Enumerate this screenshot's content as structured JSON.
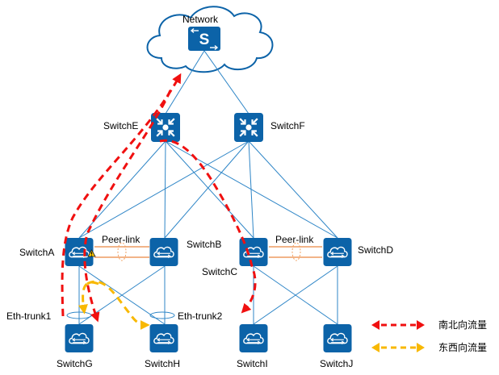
{
  "diagram": {
    "network": {
      "label": "Network",
      "icon": "s-switch-icon"
    },
    "core": [
      {
        "id": "E",
        "label": "SwitchE"
      },
      {
        "id": "F",
        "label": "SwitchF"
      }
    ],
    "aggregation": [
      {
        "id": "A",
        "label": "SwitchA",
        "warning": true
      },
      {
        "id": "B",
        "label": "SwitchB"
      },
      {
        "id": "C",
        "label": "SwitchC"
      },
      {
        "id": "D",
        "label": "SwitchD"
      }
    ],
    "access": [
      {
        "id": "G",
        "label": "SwitchG"
      },
      {
        "id": "H",
        "label": "SwitchH"
      },
      {
        "id": "I",
        "label": "SwitchI"
      },
      {
        "id": "J",
        "label": "SwitchJ"
      }
    ],
    "peer_links": [
      {
        "label": "Peer-link",
        "between": [
          "A",
          "B"
        ]
      },
      {
        "label": "Peer-link",
        "between": [
          "C",
          "D"
        ]
      }
    ],
    "eth_trunks": [
      {
        "label": "Eth-trunk1",
        "at": "G"
      },
      {
        "label": "Eth-trunk2",
        "at": "H"
      }
    ],
    "links": [
      [
        "Network",
        "E"
      ],
      [
        "Network",
        "F"
      ],
      [
        "E",
        "A"
      ],
      [
        "E",
        "B"
      ],
      [
        "E",
        "C"
      ],
      [
        "E",
        "D"
      ],
      [
        "F",
        "A"
      ],
      [
        "F",
        "B"
      ],
      [
        "F",
        "C"
      ],
      [
        "F",
        "D"
      ],
      [
        "A",
        "G"
      ],
      [
        "A",
        "H"
      ],
      [
        "B",
        "G"
      ],
      [
        "B",
        "H"
      ],
      [
        "C",
        "I"
      ],
      [
        "C",
        "J"
      ],
      [
        "D",
        "I"
      ],
      [
        "D",
        "J"
      ]
    ],
    "flows": [
      {
        "type": "north-south",
        "path": [
          "G",
          "A",
          "E",
          "Network"
        ]
      },
      {
        "type": "north-south",
        "path": [
          "E",
          "C",
          "I"
        ]
      },
      {
        "type": "east-west",
        "path": [
          "A",
          "G"
        ]
      },
      {
        "type": "east-west",
        "path": [
          "A",
          "H"
        ]
      }
    ]
  },
  "legend": {
    "items": [
      {
        "label": "南北向流量",
        "color": "#f01010"
      },
      {
        "label": "东西向流量",
        "color": "#f8b800"
      }
    ]
  },
  "colors": {
    "device": "#0c63a8",
    "link": "#2f86c7",
    "peer_link": "#f2b489",
    "north_south": "#f01010",
    "east_west": "#f8b800",
    "warning": "#f7c400"
  }
}
